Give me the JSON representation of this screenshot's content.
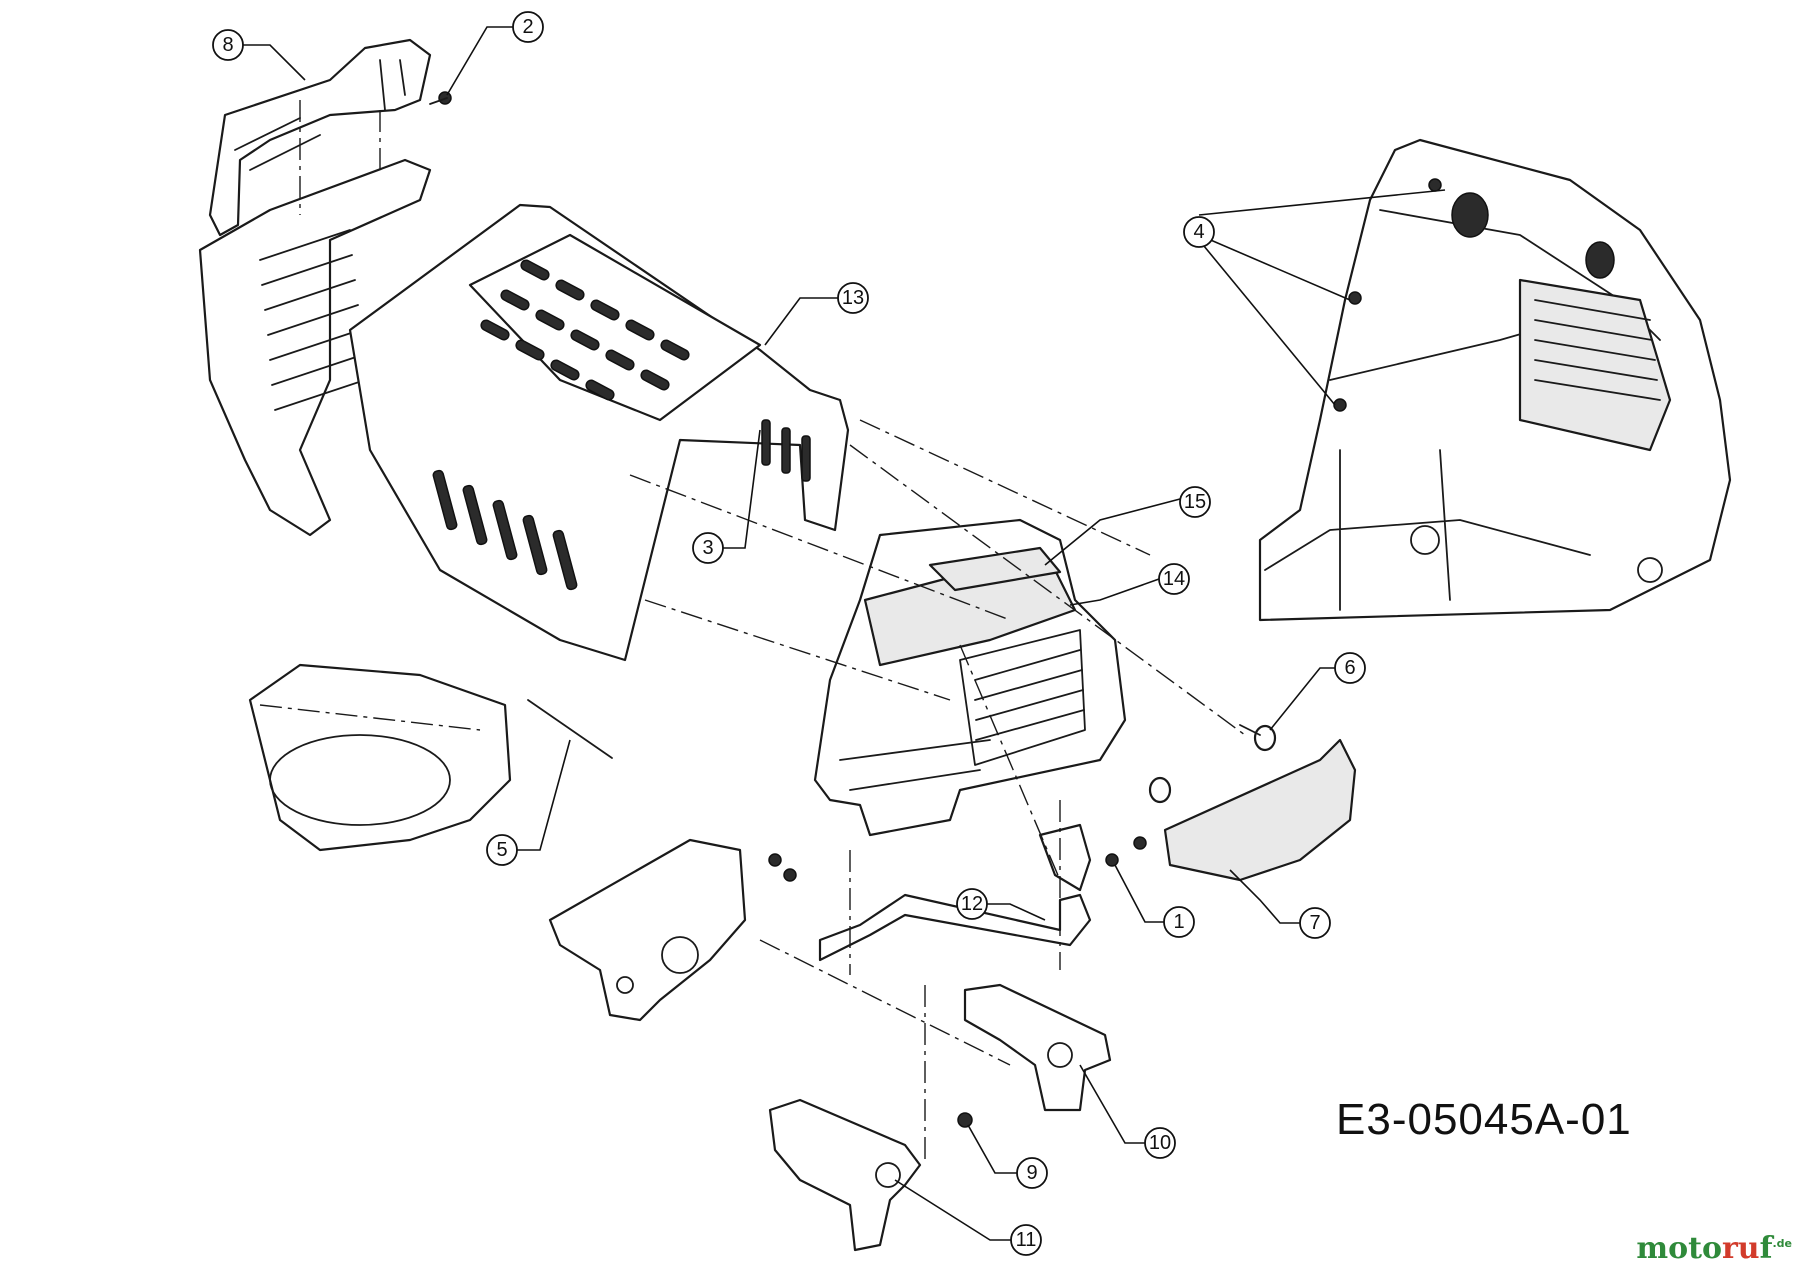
{
  "diagram": {
    "reference_code": "E3-05045A-01",
    "callouts": [
      "1",
      "2",
      "3",
      "4",
      "5",
      "6",
      "7",
      "8",
      "9",
      "10",
      "11",
      "12",
      "13",
      "14",
      "15"
    ]
  },
  "branding": {
    "part_a": "moto",
    "part_b": "ru",
    "part_c": "f",
    "suffix": ".de"
  }
}
